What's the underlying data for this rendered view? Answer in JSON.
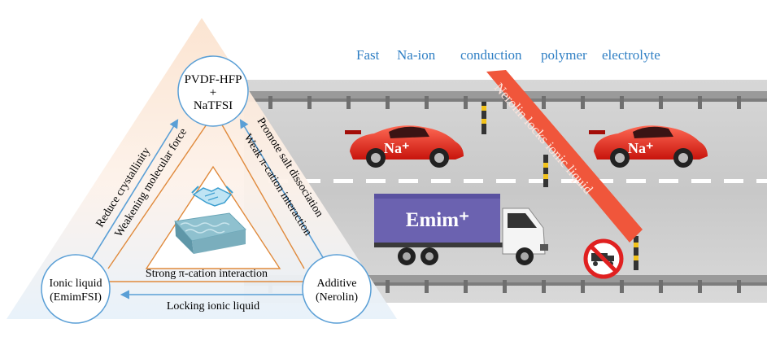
{
  "header": {
    "title_words": [
      "Fast",
      "Na-ion",
      "conduction",
      "polymer",
      "electrolyte"
    ],
    "title_color": "#2f7fc4"
  },
  "triangle": {
    "top_node": {
      "line1": "PVDF-HFP",
      "line2": "+",
      "line3": "NaTFSI"
    },
    "left_node": {
      "line1": "Ionic liquid",
      "line2": "(EmimFSI)"
    },
    "right_node": {
      "line1": "Additive",
      "line2": "(Nerolin)"
    },
    "left_edge": {
      "outer": "Reduce crystallinity",
      "inner": "Weakening molecular force"
    },
    "right_edge": {
      "outer": "Promote salt dissociation",
      "inner": "Weak π-cation interaction"
    },
    "bottom_edge": {
      "inner": "Strong π-cation interaction",
      "outer": "Locking ionic liquid"
    },
    "arrow_color": "#5a9fd6",
    "line_color": "#e08a3c"
  },
  "road": {
    "car_left_label": "Na⁺",
    "car_right_label": "Na⁺",
    "truck_label": "Emim⁺",
    "banner_text": "Nerolin locks ionic liquid",
    "banner_color": "#f0563b",
    "truck_color": "#6b62b0"
  },
  "icons": [
    "handshake-icon",
    "polymer-membrane-icon",
    "no-truck-sign-icon"
  ]
}
